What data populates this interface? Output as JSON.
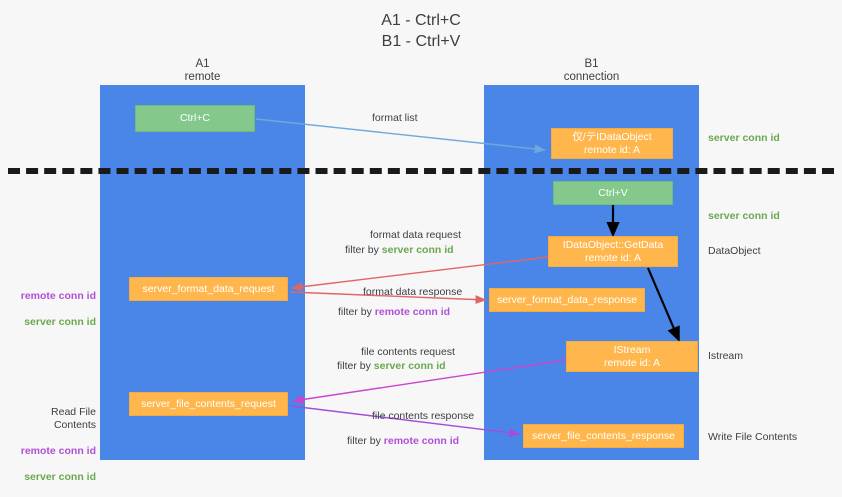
{
  "title": "A1 - Ctrl+C\nB1 - Ctrl+V",
  "lanes": {
    "a1": {
      "label": "A1\nremote",
      "color": "#4a86e8"
    },
    "b1": {
      "label": "B1\nconnection",
      "color": "#4a86e8"
    }
  },
  "colors": {
    "lane": "#4a86e8",
    "green_box": "#84c98b",
    "orange_box": "#ffb74d",
    "server_conn_id": "#6aa84f",
    "remote_conn_id": "#b14fd8",
    "arrow_blue": "#6fa8dc",
    "arrow_red": "#e06666",
    "arrow_magenta": "#cc44cc",
    "arrow_purple": "#a64dd8",
    "arrow_black": "#000000",
    "divider": "#1a1a1a",
    "background": "#f7f7f7"
  },
  "boxes": {
    "ctrl_c": {
      "line1": "Ctrl+C",
      "line2": ""
    },
    "idataobject": {
      "line1": "仅/テIDataObject",
      "line2": "remote id: A"
    },
    "ctrl_v": {
      "line1": "Ctrl+V",
      "line2": ""
    },
    "getdata": {
      "line1": "IDataObject::GetData",
      "line2": "remote id: A"
    },
    "format_data_request": {
      "line1": "server_format_data_request",
      "line2": ""
    },
    "format_data_response": {
      "line1": "server_format_data_response",
      "line2": ""
    },
    "istream": {
      "line1": "IStream",
      "line2": "remote id: A"
    },
    "file_contents_request": {
      "line1": "server_file_contents_request",
      "line2": ""
    },
    "file_contents_response": {
      "line1": "server_file_contents_response",
      "line2": ""
    }
  },
  "arrow_labels": {
    "format_list": "format list",
    "format_data_request": "format data request",
    "format_data_request_filter_prefix": "filter by ",
    "format_data_request_filter_value": "server conn id",
    "format_data_response": "format data response",
    "format_data_response_filter_prefix": "filter by ",
    "format_data_response_filter_value": "remote conn id",
    "file_contents_request": "file contents request",
    "file_contents_request_filter_prefix": "filter by ",
    "file_contents_request_filter_value": "server conn id",
    "file_contents_response": "file contents response",
    "file_contents_response_filter_prefix": "filter by ",
    "file_contents_response_filter_value": "remote conn id"
  },
  "right_notes": {
    "server_conn_id_top": "server conn id",
    "server_conn_id_mid": "server conn id",
    "dataobject": "DataObject",
    "istream": "Istream",
    "write_file_contents": "Write File Contents"
  },
  "left_notes": {
    "remote_conn_id_1": "remote conn id",
    "server_conn_id_1": "server conn id",
    "read_file_contents": "Read File Contents",
    "remote_conn_id_2": "remote conn id",
    "server_conn_id_2": "server conn id"
  }
}
